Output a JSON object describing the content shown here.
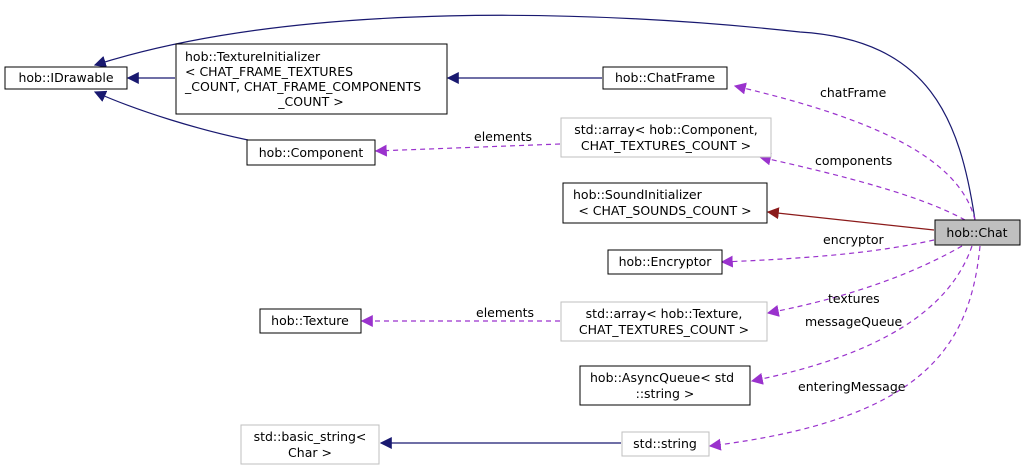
{
  "colors": {
    "inheritance": "#191970",
    "private_inheritance": "#8b1a1a",
    "usage": "#9a32cd",
    "node_border": "#000000",
    "external_border": "#bfbfbf",
    "focus_fill": "#bfbfbf"
  },
  "nodes": {
    "idrawable": {
      "lines": [
        "hob::IDrawable"
      ]
    },
    "texture_initializer": {
      "lines": [
        "hob::TextureInitializer",
        "< CHAT_FRAME_TEXTURES",
        "_COUNT, CHAT_FRAME_COMPONENTS",
        "_COUNT >"
      ]
    },
    "chat_frame": {
      "lines": [
        "hob::ChatFrame"
      ]
    },
    "component": {
      "lines": [
        "hob::Component"
      ]
    },
    "array_component": {
      "lines": [
        "std::array< hob::Component,",
        "CHAT_TEXTURES_COUNT >"
      ]
    },
    "sound_initializer": {
      "lines": [
        "hob::SoundInitializer",
        "< CHAT_SOUNDS_COUNT >"
      ]
    },
    "chat": {
      "lines": [
        "hob::Chat"
      ]
    },
    "encryptor": {
      "lines": [
        "hob::Encryptor"
      ]
    },
    "texture": {
      "lines": [
        "hob::Texture"
      ]
    },
    "array_texture": {
      "lines": [
        "std::array< hob::Texture,",
        "CHAT_TEXTURES_COUNT >"
      ]
    },
    "async_queue": {
      "lines": [
        "hob::AsyncQueue< std",
        "::string >"
      ]
    },
    "basic_string": {
      "lines": [
        "std::basic_string<",
        "Char >"
      ]
    },
    "string": {
      "lines": [
        "std::string"
      ]
    }
  },
  "edge_labels": {
    "chat_frame": "chatFrame",
    "elements_component": "elements",
    "components": "components",
    "encryptor": "encryptor",
    "textures": "textures",
    "elements_texture": "elements",
    "message_queue": "messageQueue",
    "entering_message": "enteringMessage"
  }
}
